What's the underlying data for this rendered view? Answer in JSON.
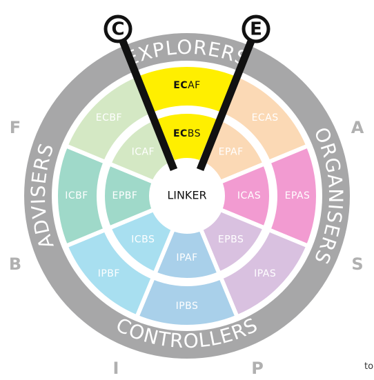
{
  "title": "",
  "center": {
    "label": "LINKER"
  },
  "outer_ring_labels": {
    "top": "EXPLORERS",
    "right": "ORGANISERS",
    "bottom": "CONTROLLERS",
    "left": "ADVISERS"
  },
  "side_letters": {
    "F": "F",
    "A": "A",
    "B": "B",
    "S": "S",
    "I": "I",
    "P": "P"
  },
  "markers": {
    "left": "C",
    "right": "E"
  },
  "corner_text": "to",
  "outer_segments": [
    {
      "label": "ECAF",
      "color": "#ffef00",
      "highlight": true,
      "bold_prefix": "EC",
      "rest": "AF"
    },
    {
      "label": "ECAS",
      "color": "#fbd9b5"
    },
    {
      "label": "EPAS",
      "color": "#f29bd1"
    },
    {
      "label": "IPAS",
      "color": "#d9c1e0"
    },
    {
      "label": "IPBS",
      "color": "#a9d0ea"
    },
    {
      "label": "IPBF",
      "color": "#a8dff0"
    },
    {
      "label": "ICBF",
      "color": "#9fd9c9"
    },
    {
      "label": "ECBF",
      "color": "#d4e8c4"
    }
  ],
  "inner_segments": [
    {
      "label": "ECBS",
      "color": "#ffef00",
      "highlight": true,
      "bold_prefix": "EC",
      "rest": "BS"
    },
    {
      "label": "EPAF",
      "color": "#fbd9b5"
    },
    {
      "label": "ICAS",
      "color": "#f29bd1"
    },
    {
      "label": "EPBS",
      "color": "#d9c1e0"
    },
    {
      "label": "IPAF",
      "color": "#a9d0ea"
    },
    {
      "label": "ICBS",
      "color": "#a8dff0"
    },
    {
      "label": "EPBF",
      "color": "#9fd9c9"
    },
    {
      "label": "ICAF",
      "color": "#d4e8c4"
    }
  ],
  "colors": {
    "ring": "#a7a7a8",
    "separator": "#ffffff",
    "center": "#ffffff",
    "marker": "#111111"
  }
}
